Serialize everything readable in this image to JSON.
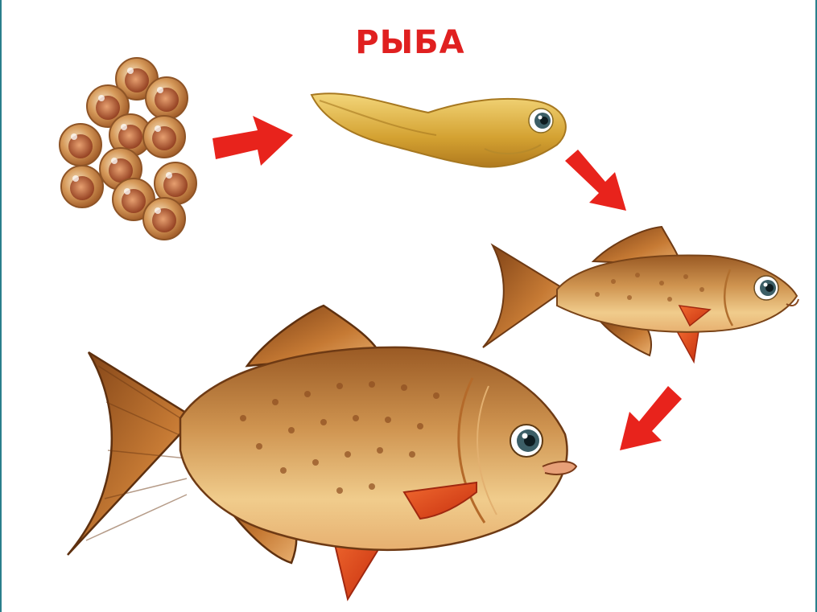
{
  "title": "РЫБА",
  "colors": {
    "title": "#e02020",
    "arrow": "#e8231c",
    "egg_shell": "#c9894a",
    "egg_core": "#a44a22",
    "fry_body": "#d9a93a",
    "fish_body": "#d9a35a",
    "fish_back": "#9c5a22",
    "fin_red": "#e2431c",
    "eye": "#3c5e66"
  },
  "stages": [
    {
      "id": "eggs",
      "icon": "fish-eggs-icon"
    },
    {
      "id": "fry",
      "icon": "fish-fry-icon"
    },
    {
      "id": "young_fish",
      "icon": "young-fish-icon"
    },
    {
      "id": "adult_fish",
      "icon": "adult-fish-icon"
    }
  ]
}
